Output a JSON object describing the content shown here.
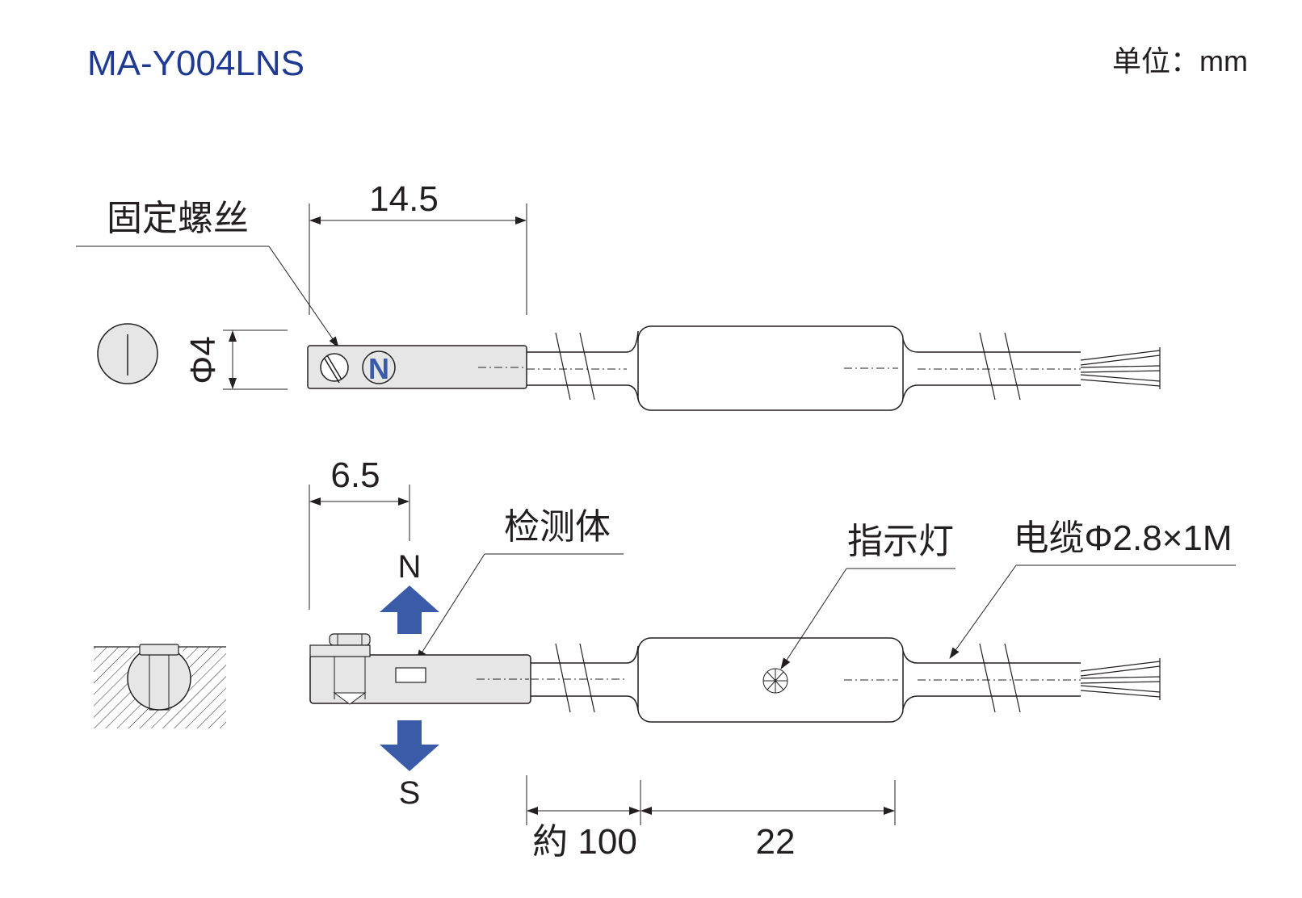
{
  "title": "MA-Y004LNS",
  "unit_label": "单位：mm",
  "colors": {
    "title": "#1f3a93",
    "arrow": "#3a5ca8",
    "body_fill": "#e6e6e6",
    "line": "#231f20"
  },
  "top_view": {
    "screw_label": "固定螺丝",
    "dim_length": "14.5",
    "dim_diameter": "Φ4",
    "pole_mark": "N"
  },
  "side_view": {
    "dim_detect": "6.5",
    "detector_label": "检测体",
    "indicator_label": "指示灯",
    "cable_label": "电缆Φ2.8×1M",
    "pole_north": "N",
    "pole_south": "S",
    "dim_cable": "約 100",
    "dim_box": "22"
  }
}
